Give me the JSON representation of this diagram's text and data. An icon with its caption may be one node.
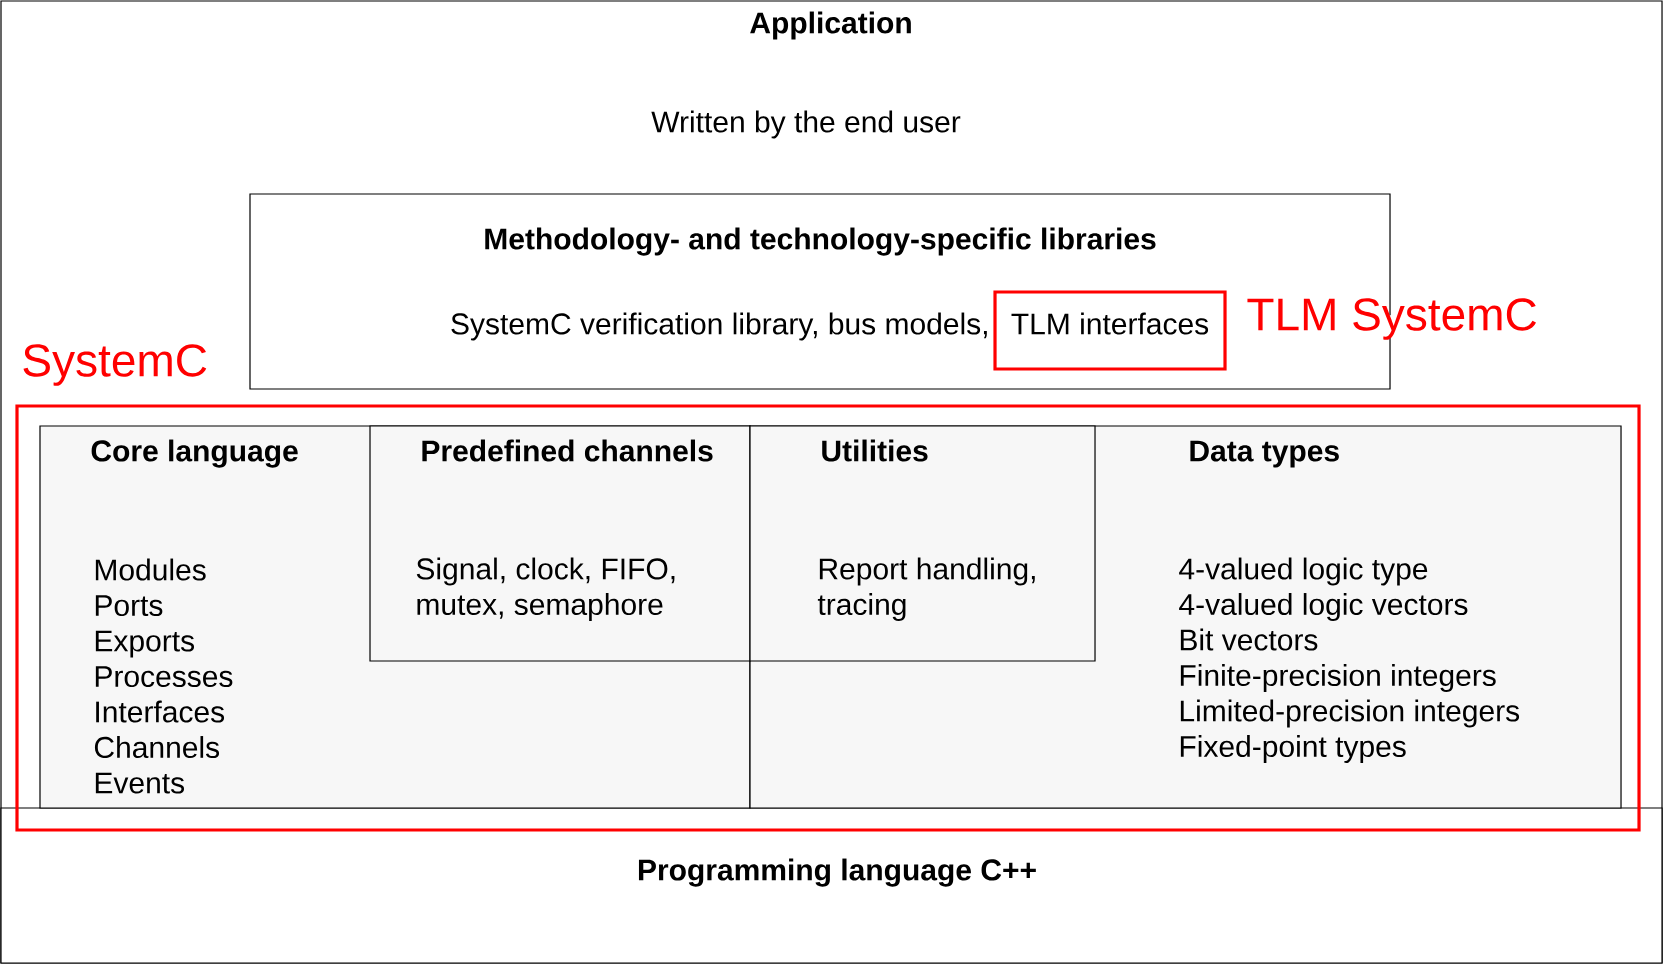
{
  "diagram": {
    "nodes": [
      {
        "text": [
          "Application",
          "Written by the end user"
        ]
      },
      {
        "text": [
          "Methodology- and technology-specific libraries",
          "SystemC verification library, bus models,"
        ],
        "in": 0
      },
      {
        "text": [
          "TLM interfaces"
        ],
        "in": 1
      },
      {
        "text": [
          "SystemC"
        ],
        "in": 0
      },
      {
        "text": [
          "Core language",
          "Modules",
          "Ports",
          "Exports",
          "Processes",
          "Interfaces",
          "Channels",
          "Events"
        ],
        "in": 3
      },
      {
        "text": [
          "Predefined channels",
          "Signal, clock, FIFO,",
          "mutex, semaphore"
        ],
        "in": 4
      },
      {
        "text": [
          "Utilities",
          "Report handling,",
          "tracing"
        ],
        "in": 7
      },
      {
        "text": [
          "Data types",
          "4-valued logic type",
          "4-valued logic vectors",
          "Bit vectors",
          "Finite-precision integers",
          "Limited-precision integers",
          "Fixed-point types"
        ],
        "in": 3
      },
      {
        "text": [
          "Programming language C++"
        ],
        "in": 0
      }
    ],
    "edges": [],
    "labels": [
      "TLM SystemC"
    ]
  }
}
